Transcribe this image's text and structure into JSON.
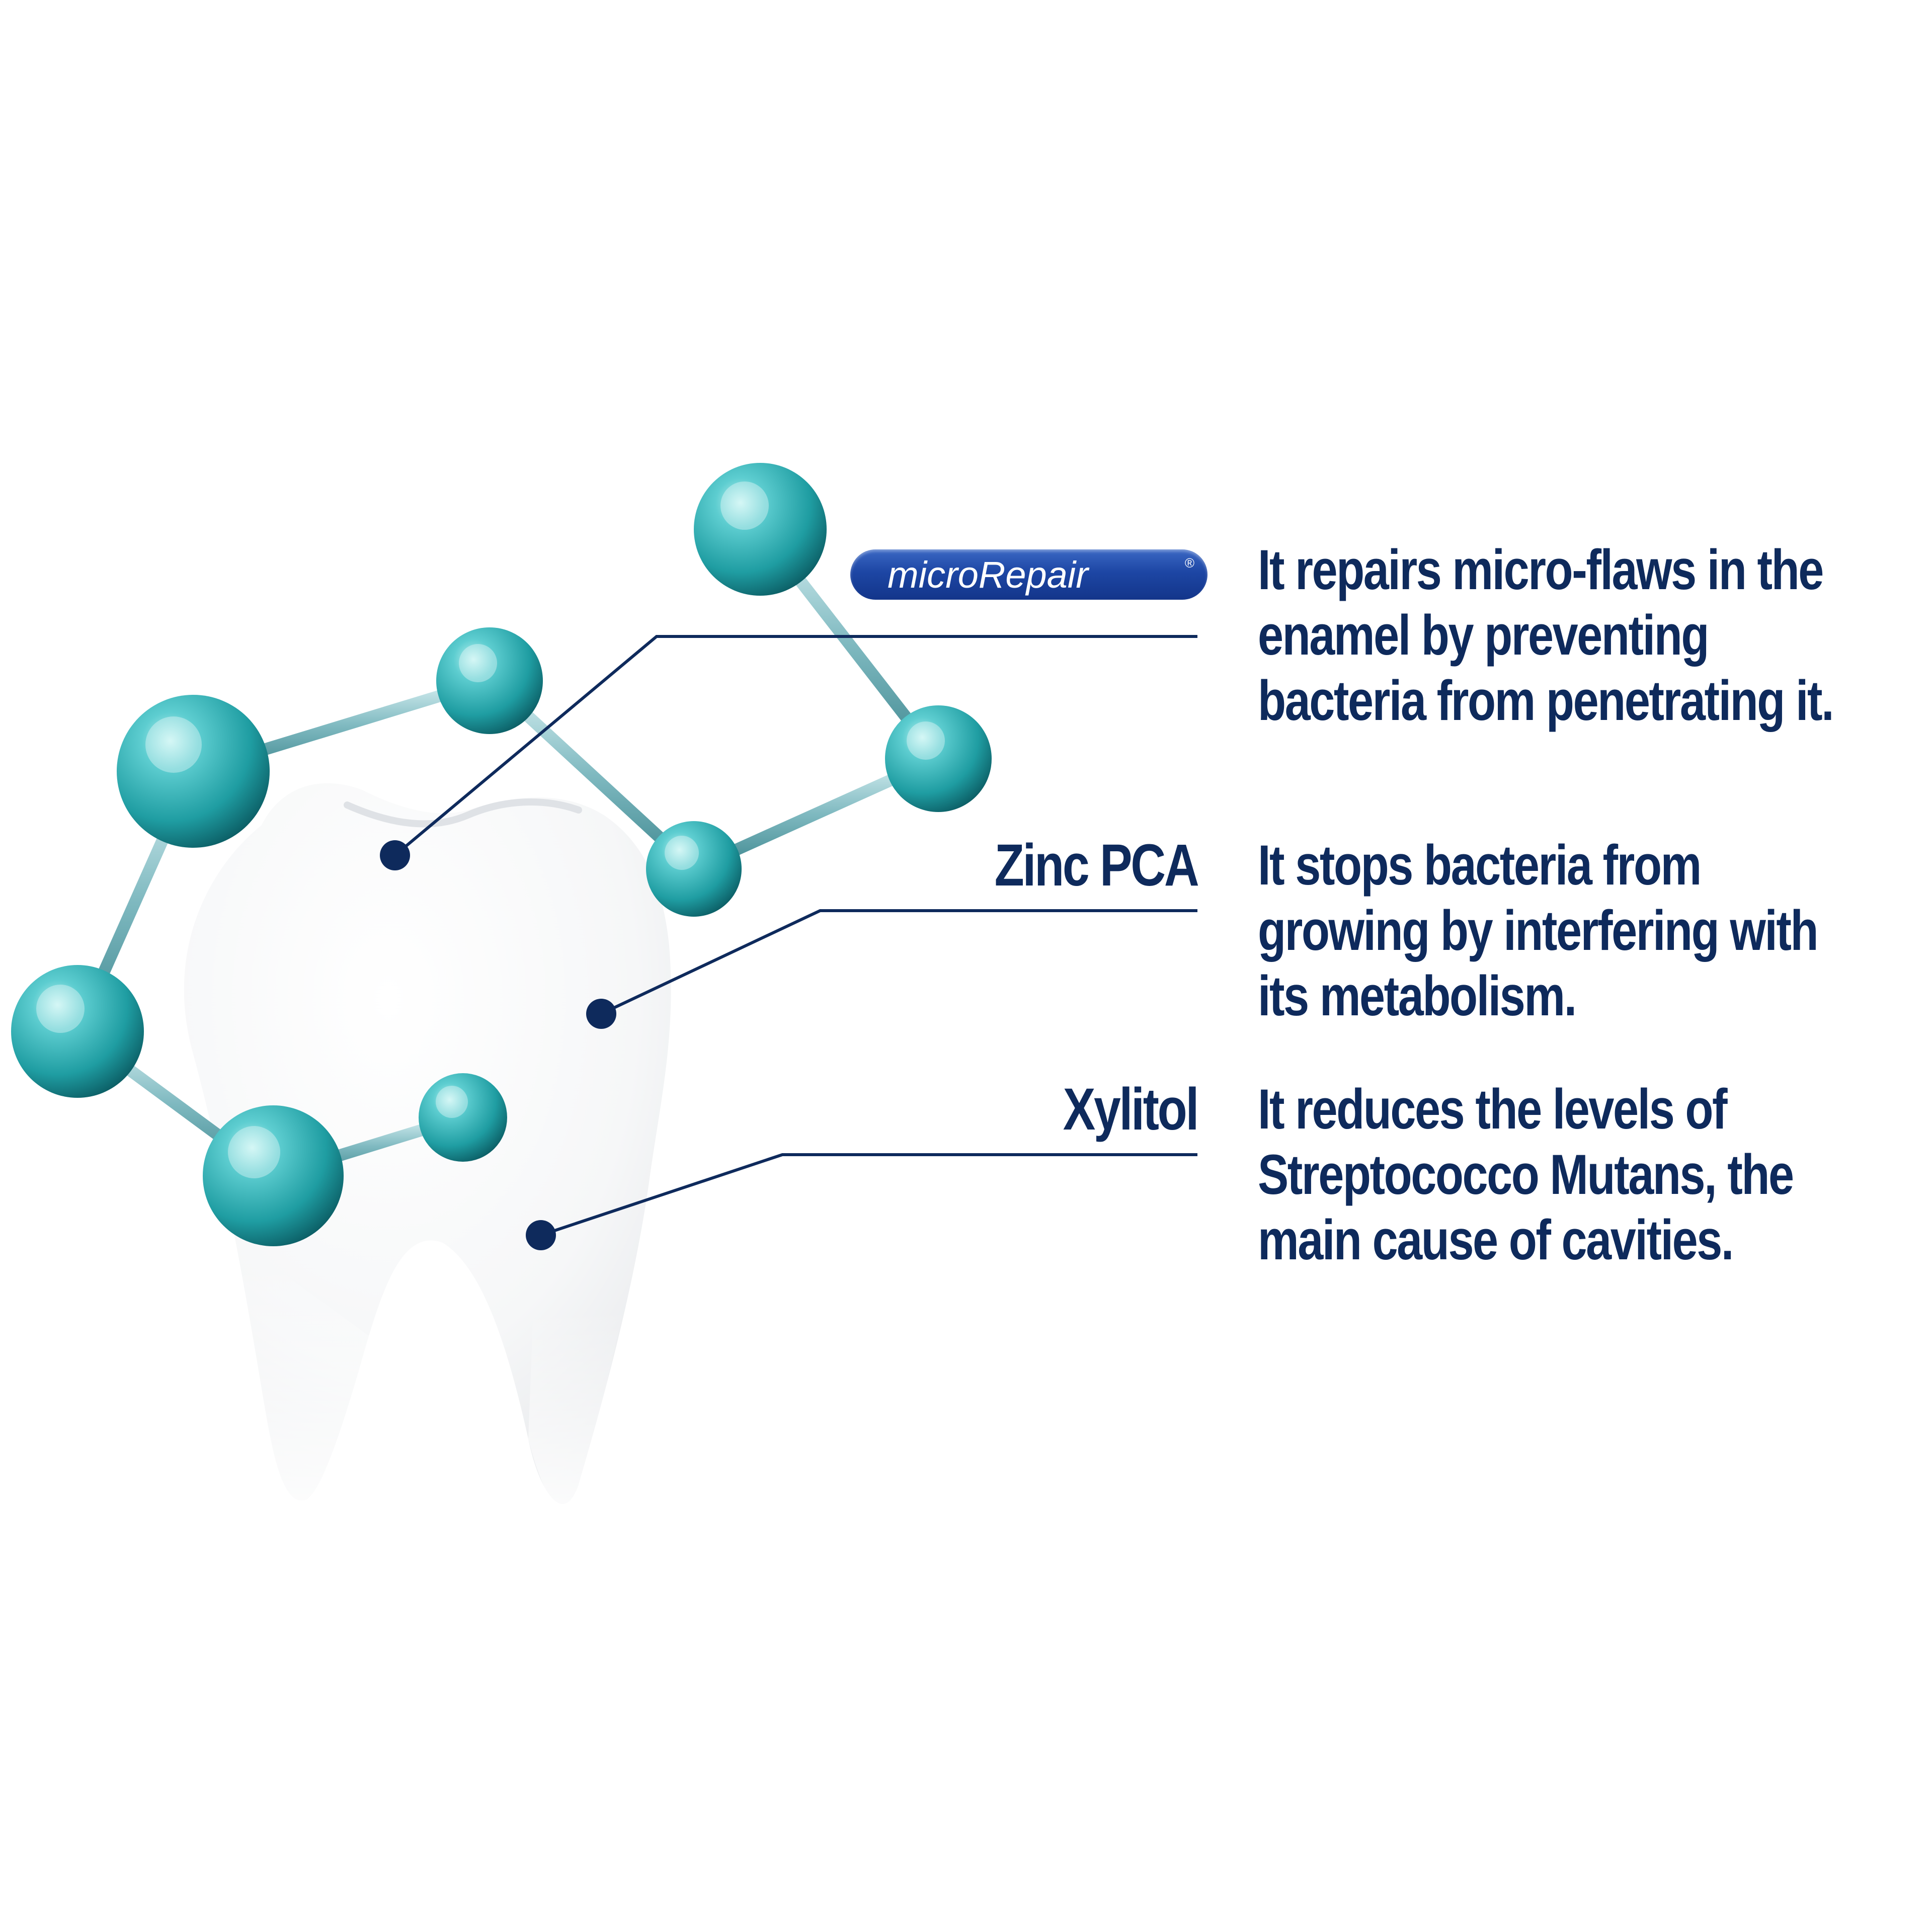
{
  "brand_badge": {
    "text": "microRepair",
    "reg_mark": "®"
  },
  "ingredients": [
    {
      "name": "",
      "lines": [
        "It repairs micro-flaws in the",
        "enamel by preventing",
        "bacteria from penetrating it."
      ]
    },
    {
      "name": "Zinc  PCA",
      "lines": [
        "It stops bacteria from",
        "growing by interfering with",
        "its metabolism."
      ]
    },
    {
      "name": "Xylitol",
      "lines": [
        "It reduces the levels of",
        "Streptococco Mutans, the",
        "main cause of cavities."
      ]
    }
  ],
  "colors": {
    "text": "#0e2a5c",
    "badge": "#1d46a4",
    "molecule": "#2aa9ad",
    "tooth": "#f4f5f6"
  },
  "icons": [
    "tooth-icon",
    "molecule-icon"
  ]
}
